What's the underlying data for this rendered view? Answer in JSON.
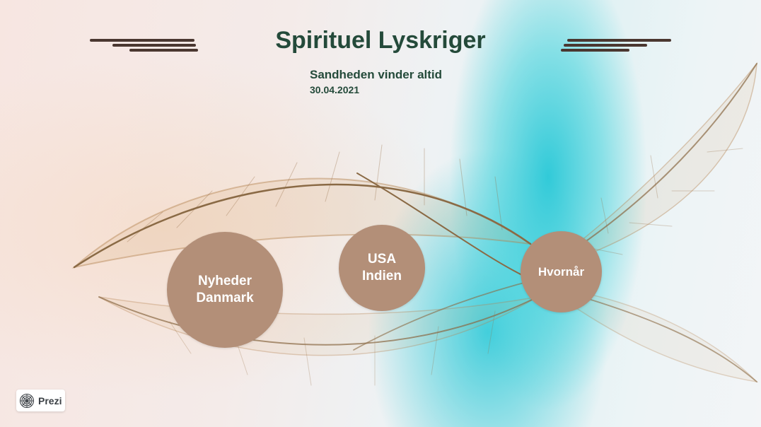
{
  "presentation": {
    "title": "Spirituel Lyskriger",
    "subtitle": "Sandheden vinder altid",
    "date": "30.04.2021"
  },
  "topics": [
    {
      "label": "Nyheder\nDanmark"
    },
    {
      "label": "USA\nIndien"
    },
    {
      "label": "Hvornår"
    }
  ],
  "colors": {
    "title_text": "#244a3a",
    "bubble_fill": "#b38f78",
    "decor_lines": "#4a3730",
    "accent_teal": "#2fc8d4"
  },
  "badge": {
    "label": "Prezi",
    "icon": "prezi-logo-icon"
  }
}
